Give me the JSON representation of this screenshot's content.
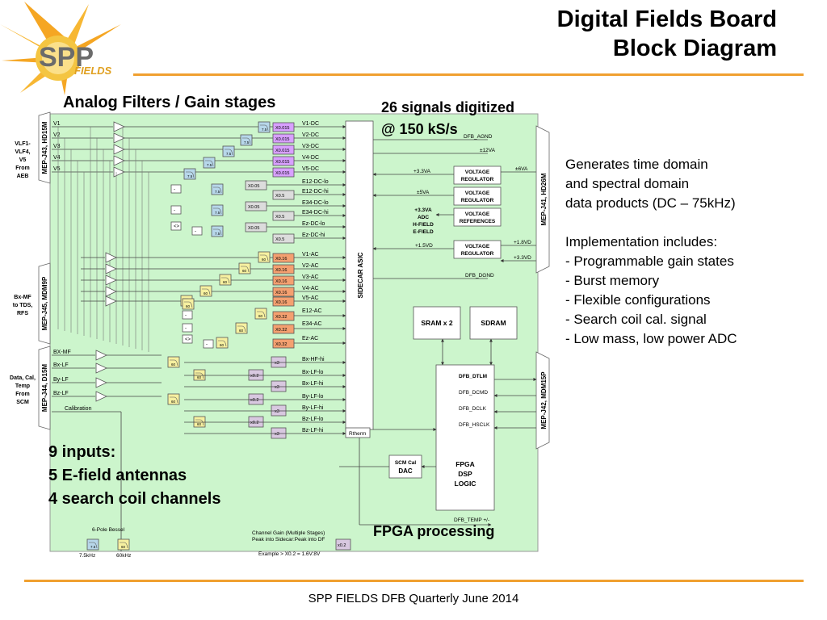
{
  "title": {
    "line1": "Digital Fields Board",
    "line2": "Block Diagram"
  },
  "logo": {
    "text1": "SPP",
    "text2": "FIELDS"
  },
  "callouts": {
    "analog_filters": "Analog Filters / Gain stages",
    "signals_line1": "26 signals digitized",
    "signals_line2": "@ 150 kS/s",
    "inputs": [
      "9 inputs:",
      "5 E-field antennas",
      "4 search coil channels"
    ],
    "fpga_processing": "FPGA processing"
  },
  "description": [
    "Generates time domain",
    "and spectral domain",
    "data products (DC – 75kHz)",
    "",
    "Implementation includes:",
    "- Programmable gain states",
    "- Burst memory",
    "- Flexible configurations",
    "- Search coil cal. signal",
    "- Low mass, low power ADC"
  ],
  "footer": "SPP FIELDS DFB Quarterly June 2014",
  "diagram": {
    "connectors_left": [
      {
        "label": "MEP-J43, HD15M",
        "side_text": [
          "VLF1-",
          "VLF4,",
          "V5",
          "From",
          "AEB"
        ]
      },
      {
        "label": "MEP-J45, MDM9P",
        "side_text": [
          "Bx-MF",
          "to TDS,",
          "RFS"
        ]
      },
      {
        "label": "MEP-J44, D15M",
        "side_text": [
          "Data, Cal,",
          "Temp",
          "From",
          "SCM"
        ]
      }
    ],
    "connectors_right": [
      {
        "label": "MEP-J41, HD26M"
      },
      {
        "label": "MEP-J42, MDM15P"
      }
    ],
    "inputs_v": [
      "V1",
      "V2",
      "V3",
      "V4",
      "V5"
    ],
    "inputs_scm": [
      "BX-MF",
      "Bx-LF",
      "By-LF",
      "Bz-LF",
      "Calibration"
    ],
    "gain_dc": [
      "X0.015",
      "X0.015",
      "X0.015",
      "X0.015",
      "X0.015"
    ],
    "filter_75": "7.5",
    "filter_60": "60",
    "diff_minus": "-",
    "diff_avg": "<>",
    "gain_e_dc": [
      "X0.05",
      "X0.5",
      "X0.05",
      "X0.5",
      "X0.05",
      "X0.5"
    ],
    "gain_ac": [
      "X0.16",
      "X0.16",
      "X0.16",
      "X0.16",
      "X0.16",
      "X0.32",
      "X0.32",
      "X0.32"
    ],
    "scm_small_gain": "x0.2",
    "scm_x3": "x3",
    "asic_signals": [
      "V1-DC",
      "V2-DC",
      "V3-DC",
      "V4-DC",
      "V5-DC",
      "E12-DC-lo",
      "E12-DC-hi",
      "E34-DC-lo",
      "E34-DC-hi",
      "Ez-DC-lo",
      "Ez-DC-hi",
      "V1-AC",
      "V2-AC",
      "V3-AC",
      "V4-AC",
      "V5-AC",
      "E12-AC",
      "E34-AC",
      "Ez-AC",
      "Bx-HF-hi",
      "Bx-LF-lo",
      "Bx-LF-hi",
      "By-LF-lo",
      "By-LF-hi",
      "Bz-LF-lo",
      "Bz-LF-hi"
    ],
    "asic_label": "SIDECAR ASIC",
    "rtherm": "Rtherm",
    "dfb_agnd": "DFB_AGND",
    "p12va": "±12VA",
    "vreg": [
      "VOLTAGE",
      "REGULATOR"
    ],
    "vref": [
      "VOLTAGE",
      "REFERENCES"
    ],
    "p33va": "+3.3VA",
    "p5va": "±5VA",
    "p6va": "±6VA",
    "adc_block": [
      "+3.3VA",
      "ADC",
      "H-FIELD",
      "E-FIELD"
    ],
    "p15vd": "+1.5VD",
    "p18vd": "+1.8VD",
    "p33vd": "+3.3VD",
    "dfb_dgnd": "DFB_DGND",
    "sram": "SRAM x 2",
    "sdram": "SDRAM",
    "fpga_signals": [
      "DFB_DTLM",
      "DFB_DCMD",
      "DFB_DCLK",
      "DFB_HSCLK"
    ],
    "fpga": [
      "FPGA",
      "DSP",
      "LOGIC"
    ],
    "scm_cal": [
      "SCM Cal",
      "DAC"
    ],
    "dfb_temp": "DFB_TEMP +/-",
    "legend": {
      "bessel": "6-Pole Bessel",
      "f75": "7.5kHz",
      "f60": "60kHz",
      "gain_title1": "Channel Gain (Multiple Stages)",
      "gain_title2": "Peak into Sidecar:Peak into DF",
      "example": "Example > X0.2 = 1.6V:8V",
      "gain_box": "x0.2"
    }
  }
}
